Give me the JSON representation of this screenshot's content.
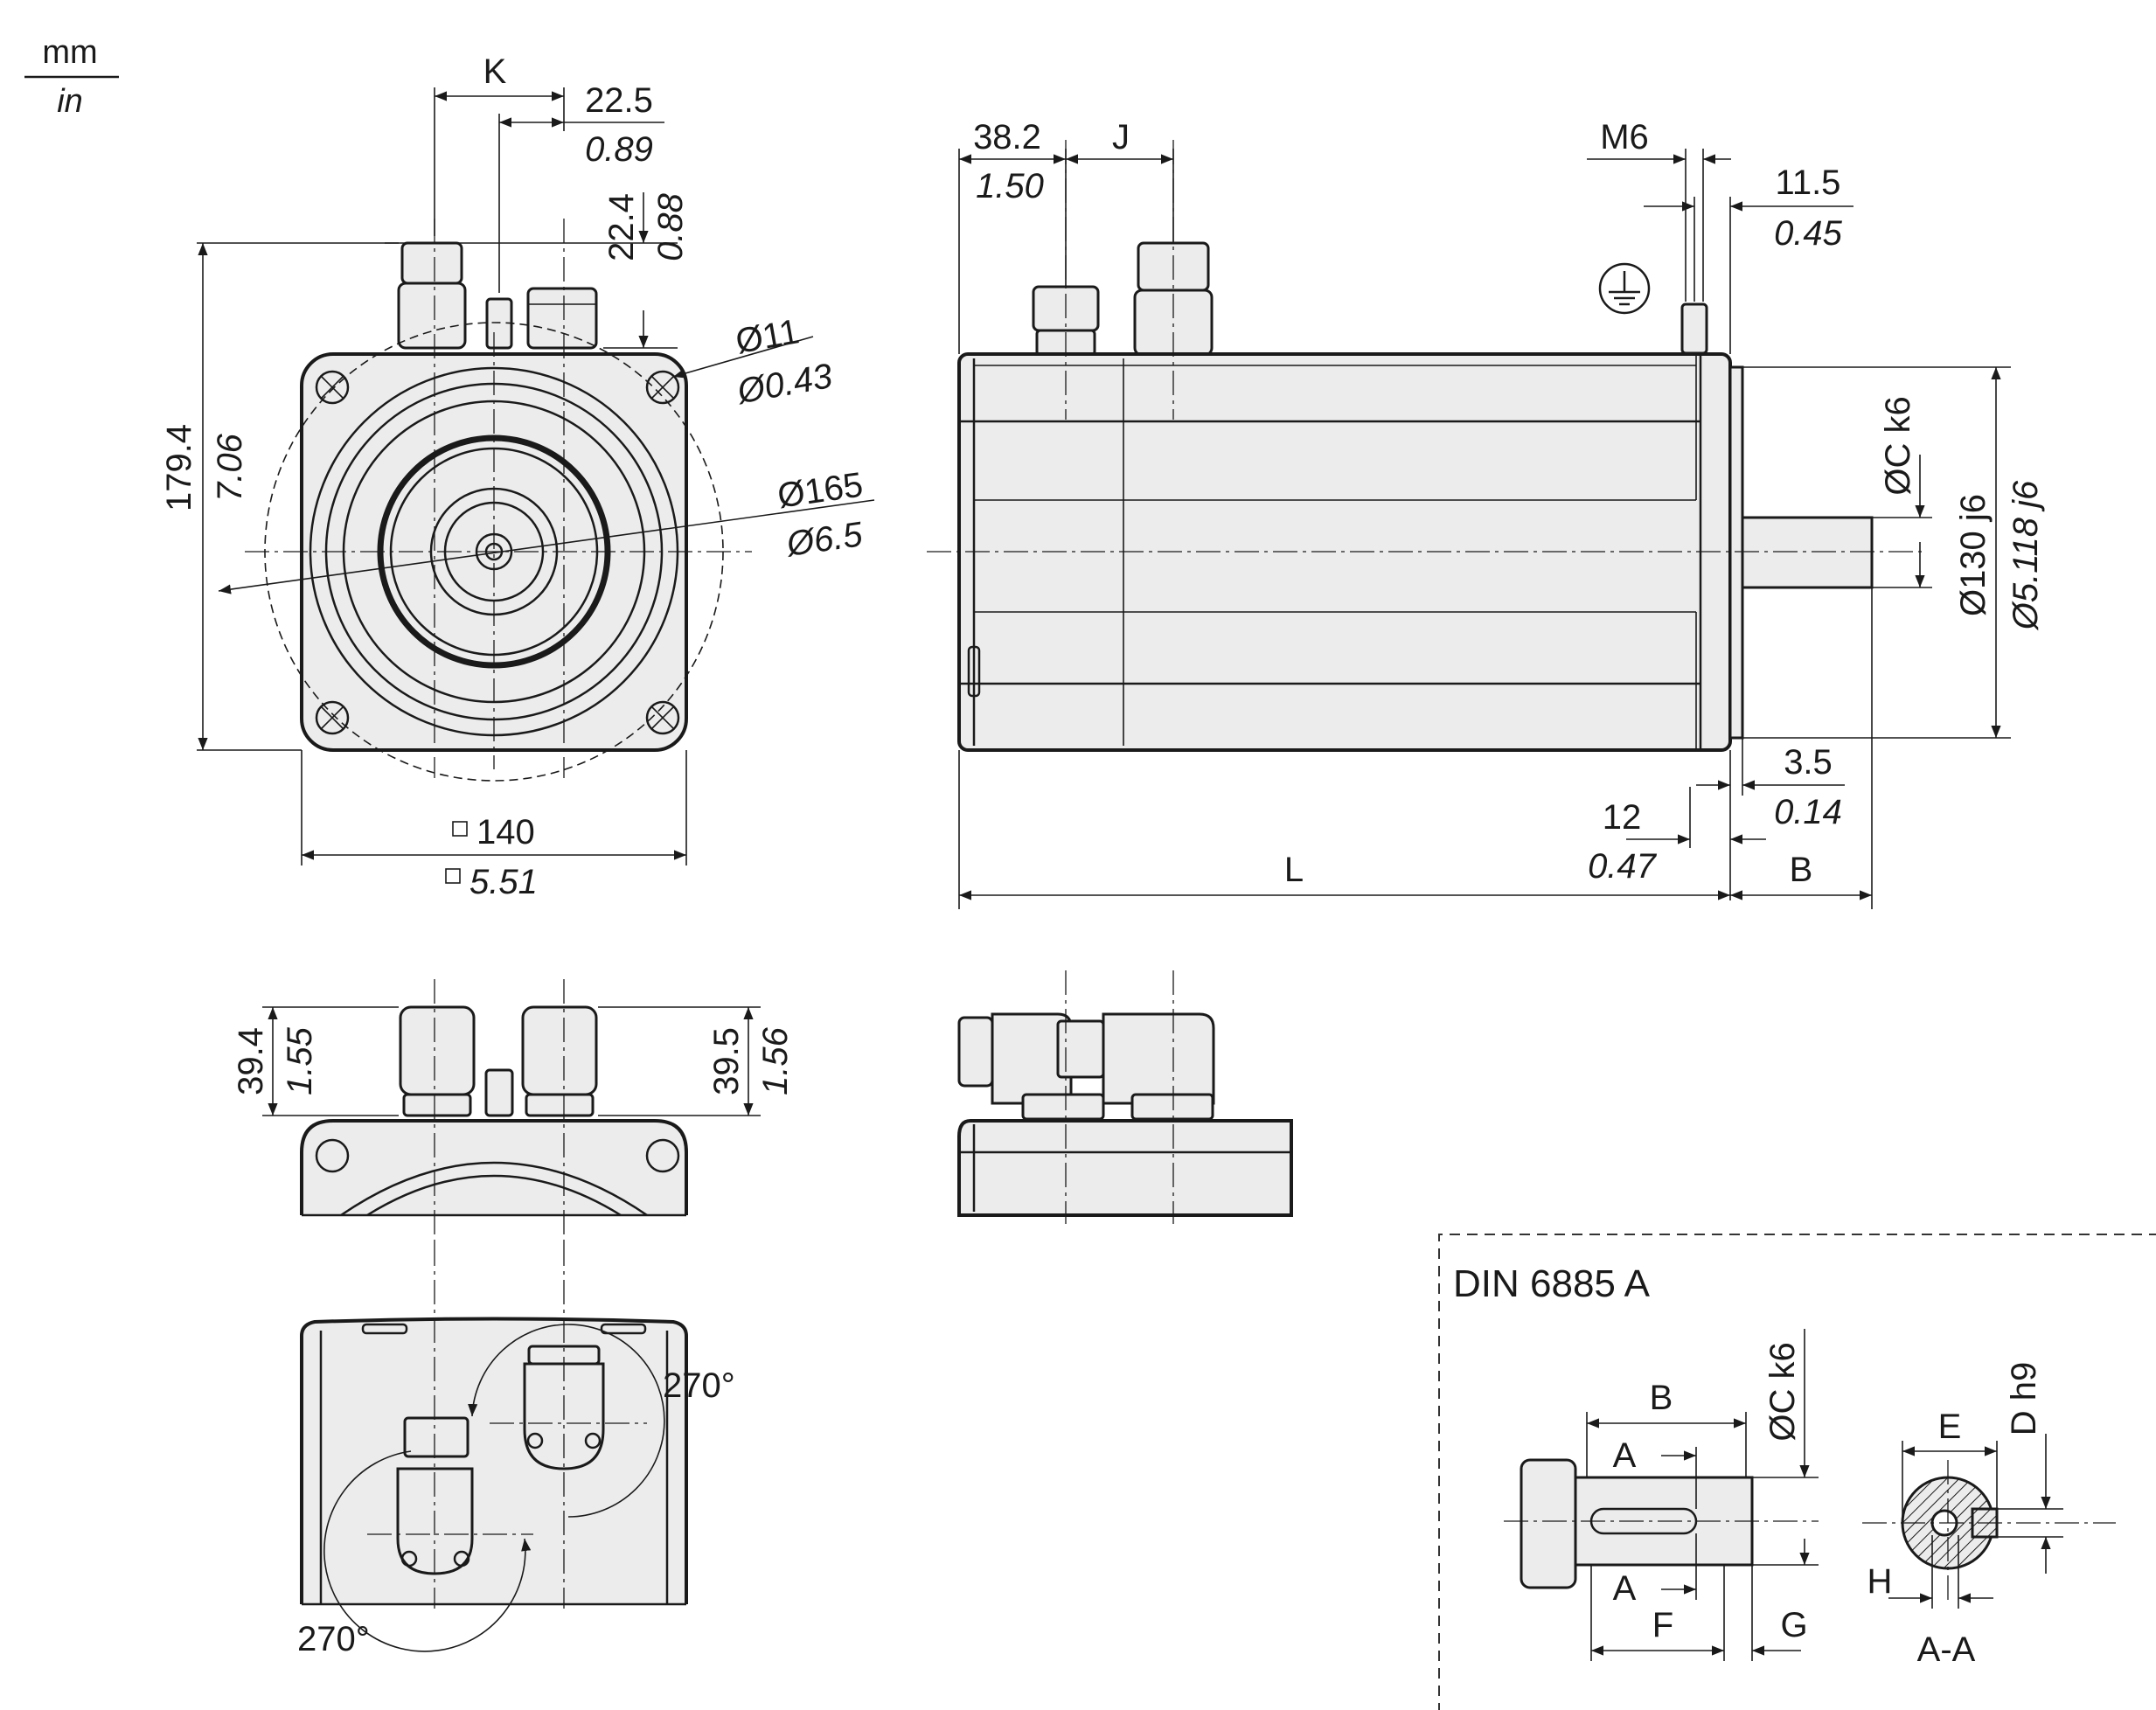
{
  "units": {
    "primary": "mm",
    "secondary": "in"
  },
  "front_view": {
    "k_label": "K",
    "offset_mm": "22.5",
    "offset_in": "0.89",
    "connector_h_mm": "22.4",
    "connector_h_in": "0.88",
    "height_mm": "179.4",
    "height_in": "7.06",
    "hole_mm": "Ø11",
    "hole_in": "Ø0.43",
    "circle_mm": "Ø165",
    "circle_in": "Ø6.5",
    "square_mm": "140",
    "square_in": "5.51"
  },
  "side_view": {
    "offset_mm": "38.2",
    "offset_in": "1.50",
    "j_label": "J",
    "thread_label": "M6",
    "ground_offset_mm": "11.5",
    "ground_offset_in": "0.45",
    "shaft_dia_label": "ØC k6",
    "pilot_mm": "Ø130 j6",
    "pilot_in": "Ø5.118 j6",
    "flange_mm": "3.5",
    "flange_in": "0.14",
    "gap_mm": "12",
    "gap_in": "0.47",
    "length_label": "L",
    "shaft_len_label": "B"
  },
  "connector_view": {
    "left_mm": "39.4",
    "left_in": "1.55",
    "right_mm": "39.5",
    "right_in": "1.56"
  },
  "rotation_view": {
    "angle_top": "270°",
    "angle_bottom": "270°"
  },
  "shaft_detail": {
    "title": "DIN 6885 A",
    "label_b": "B",
    "label_a_top": "A",
    "label_a_bottom": "A",
    "label_c": "ØC k6",
    "label_f": "F",
    "label_g": "G",
    "label_e": "E",
    "label_d": "D h9",
    "label_h": "H",
    "section_label": "A-A"
  }
}
